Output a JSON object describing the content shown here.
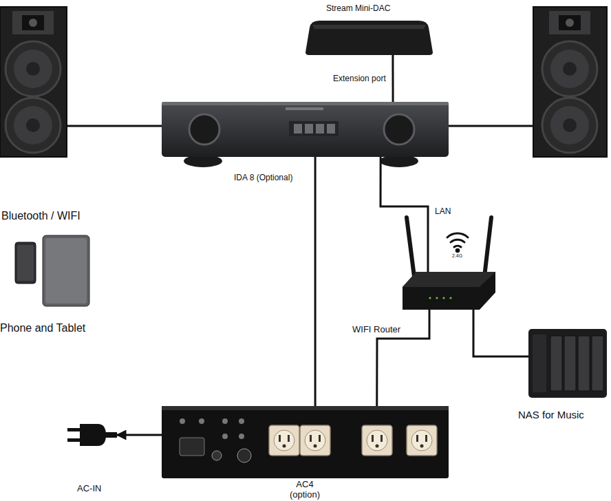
{
  "diagram": {
    "nodes": [
      {
        "text": [
          "Stream Mini-DAC"
        ]
      },
      {
        "text": [
          "IDA 8 (Optional)"
        ]
      },
      {
        "text": [
          "Bluetooth / WIFI",
          "Phone and Tablet"
        ]
      },
      {
        "text": [
          "WIFI Router"
        ]
      },
      {
        "text": [
          "NAS for Music"
        ]
      },
      {
        "text": [
          "AC4 (option)"
        ]
      },
      {
        "text": [
          "AC-IN"
        ]
      }
    ],
    "edges": [
      {
        "from": 0,
        "to": 1,
        "label": "Extension port",
        "arrow": "none"
      },
      {
        "from": 1,
        "to": 3,
        "label": "LAN",
        "arrow": "none"
      },
      {
        "from": 1,
        "to": 5,
        "arrow": "none"
      },
      {
        "from": 3,
        "to": 5,
        "arrow": "none"
      },
      {
        "from": 3,
        "to": 4,
        "arrow": "none"
      },
      {
        "from": 5,
        "to": 6,
        "arrow": "to"
      }
    ],
    "labels": [
      "2.4G"
    ]
  }
}
